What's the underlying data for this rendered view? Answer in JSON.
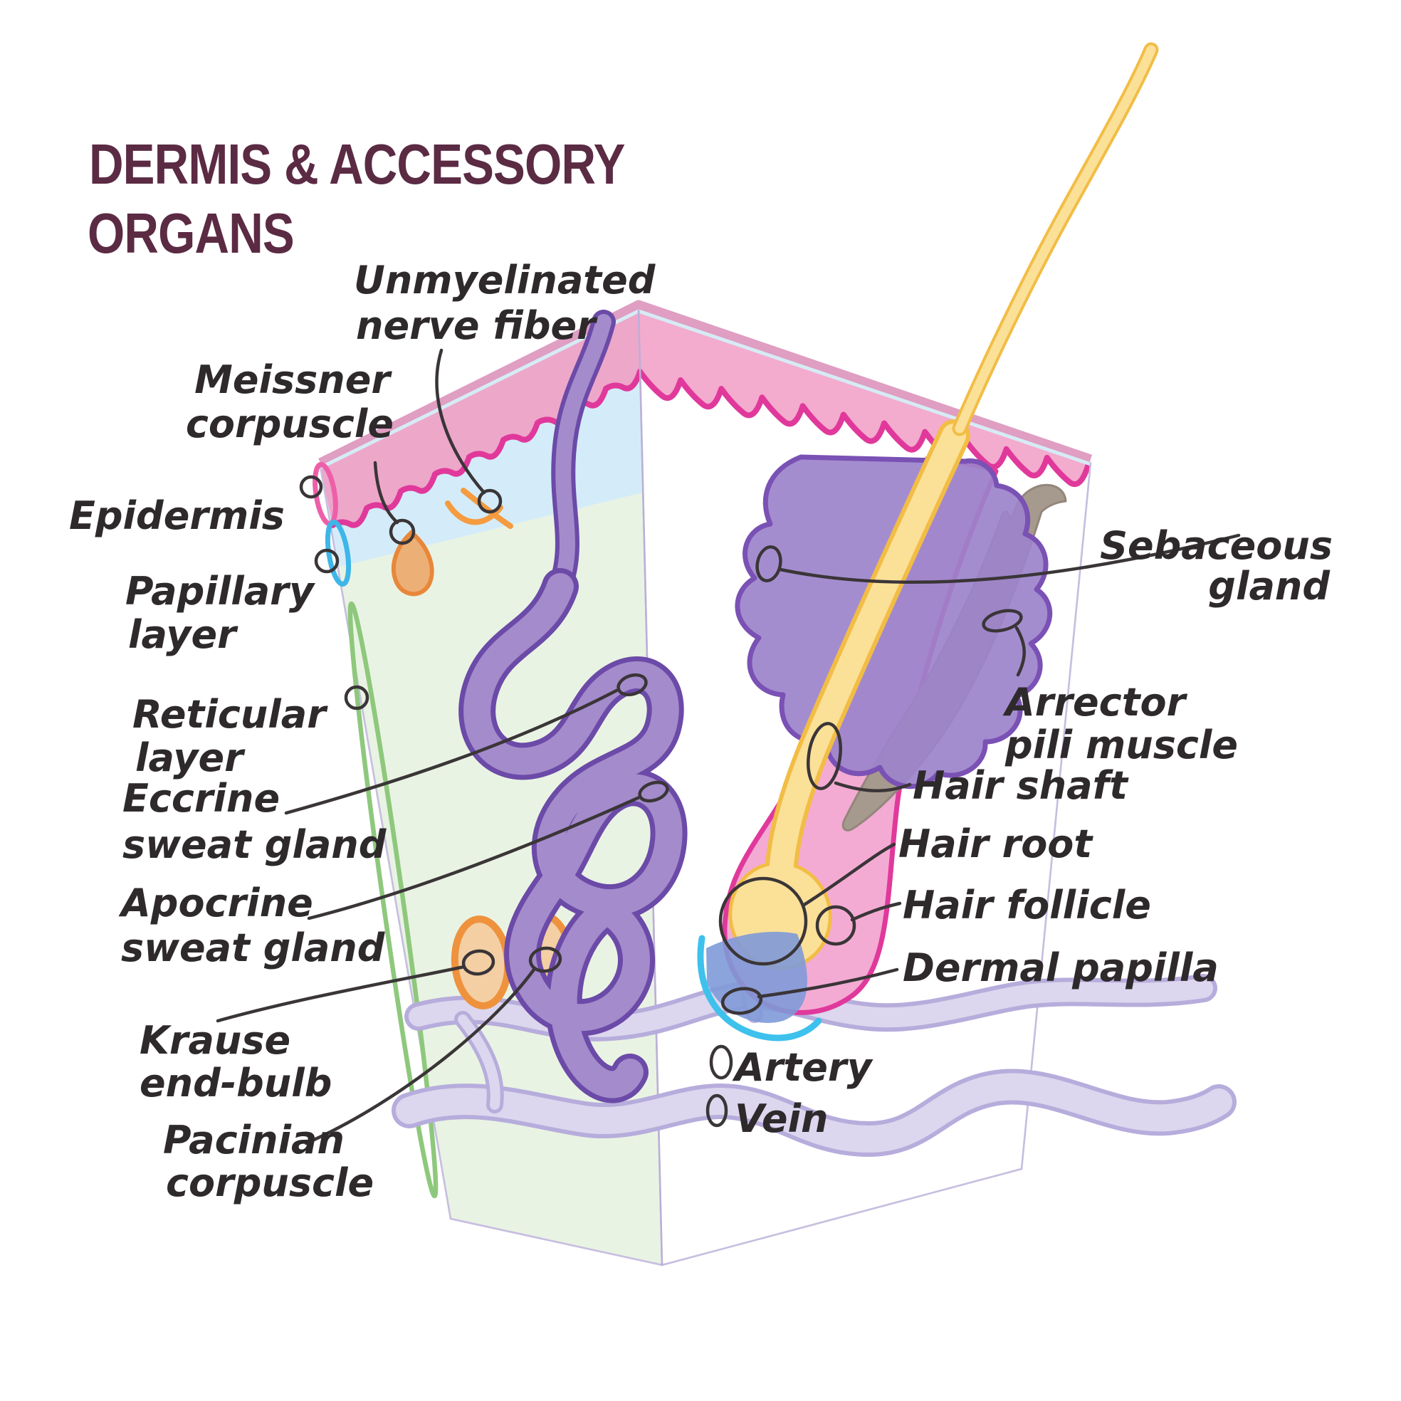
{
  "title": {
    "line1": "DERMIS & ACCESSORY",
    "line2": "ORGANS"
  },
  "labels": {
    "unmyelinated_nerve_fiber": {
      "line1": "Unmyelinated",
      "line2": "nerve fiber"
    },
    "meissner_corpuscle": {
      "line1": "Meissner",
      "line2": "corpuscle"
    },
    "epidermis": {
      "line1": "Epidermis"
    },
    "papillary_layer": {
      "line1": "Papillary",
      "line2": "layer"
    },
    "reticular_layer": {
      "line1": "Reticular",
      "line2": "layer"
    },
    "eccrine_sweat_gland": {
      "line1": "Eccrine",
      "line2": "sweat gland"
    },
    "apocrine_sweat_gland": {
      "line1": "Apocrine",
      "line2": "sweat gland"
    },
    "krause_end_bulb": {
      "line1": "Krause",
      "line2": "end-bulb"
    },
    "pacinian_corpuscle": {
      "line1": "Pacinian",
      "line2": "corpuscle"
    },
    "sebaceous_gland": {
      "line1": "Sebaceous",
      "line2": "gland"
    },
    "arrector_pili_muscle": {
      "line1": "Arrector",
      "line2": "pili muscle"
    },
    "hair_shaft": {
      "line1": "Hair shaft"
    },
    "hair_root": {
      "line1": "Hair root"
    },
    "hair_follicle": {
      "line1": "Hair follicle"
    },
    "dermal_papilla": {
      "line1": "Dermal papilla"
    },
    "artery": {
      "line1": "Artery"
    },
    "vein": {
      "line1": "Vein"
    }
  },
  "colors": {
    "title": "#5B2A43",
    "label": "#2E2A2C",
    "ink": "#3A3537",
    "epidermis_pink": "#F3ABCE",
    "epidermis_pink_left": "#EDA7C9",
    "top_mauve": "#DF9EC2",
    "top_highlight": "#D6EBF5",
    "magenta": "#E0399B",
    "papillary_blue": "#D4ECF9",
    "reticular_green": "#E9F3E3",
    "edge": "#C7BEE0",
    "edge_corner": "#BBAFD8",
    "ring_pink": "#EE5FA9",
    "ring_blue": "#3DB6E8",
    "ring_green": "#8EC87C",
    "gland_purple": "#A48BCB",
    "gland_outline": "#6B4AA8",
    "sebaceous": "#9C83CB",
    "sebaceous_outline": "#7A51B4",
    "muscle": "#A69A8E",
    "muscle_edge": "#93867B",
    "follicle_pink": "#F3ABD4",
    "hair_yellow": "#FBE098",
    "hair_outline": "#F2BD45",
    "papilla_blue": "#7F9AD8",
    "papilla_cyan": "#3EC1EC",
    "vessel_fill": "#DCD7EE",
    "vessel_outline": "#B7ADDC",
    "corpuscle_orange": "#EF923D",
    "corpuscle_fill": "#F4CFA4",
    "meissner_fill": "#ECB077",
    "nerve_orange": "#E8873A",
    "nerve_orange2": "#F59B40"
  }
}
